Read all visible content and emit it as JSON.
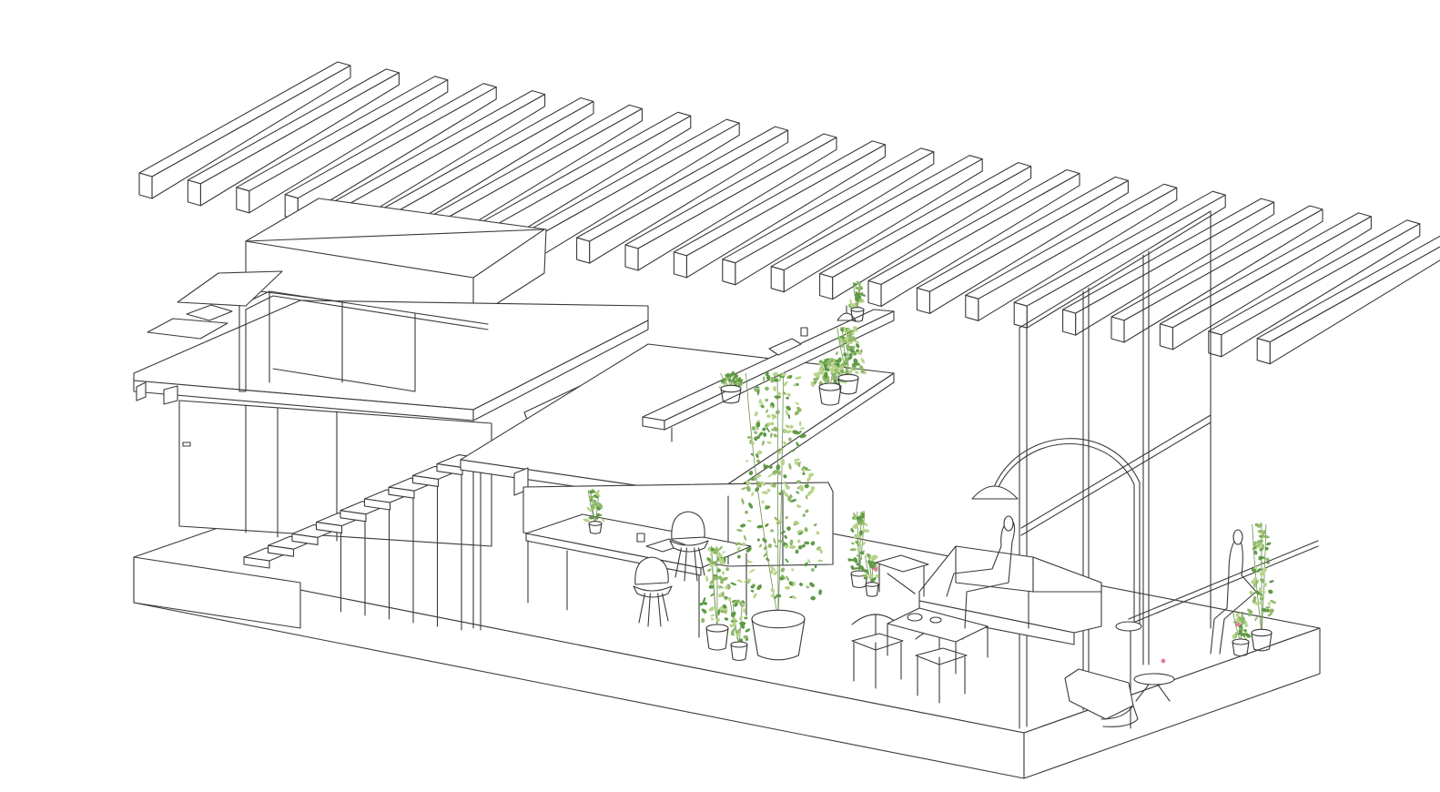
{
  "drawing": {
    "type": "isometric architectural section",
    "colors": {
      "line": "#3a3a3a",
      "background": "#ffffff",
      "foliage_light": "#b8d48a",
      "foliage_mid": "#8fb86a",
      "foliage_dark": "#5e9a45",
      "accent_yellow": "#d8c75a",
      "accent_pink": "#e87aa0"
    },
    "elements": {
      "roof_beams": 24,
      "stair_treads": 9,
      "dining_chairs": 4,
      "plants": 12
    }
  }
}
